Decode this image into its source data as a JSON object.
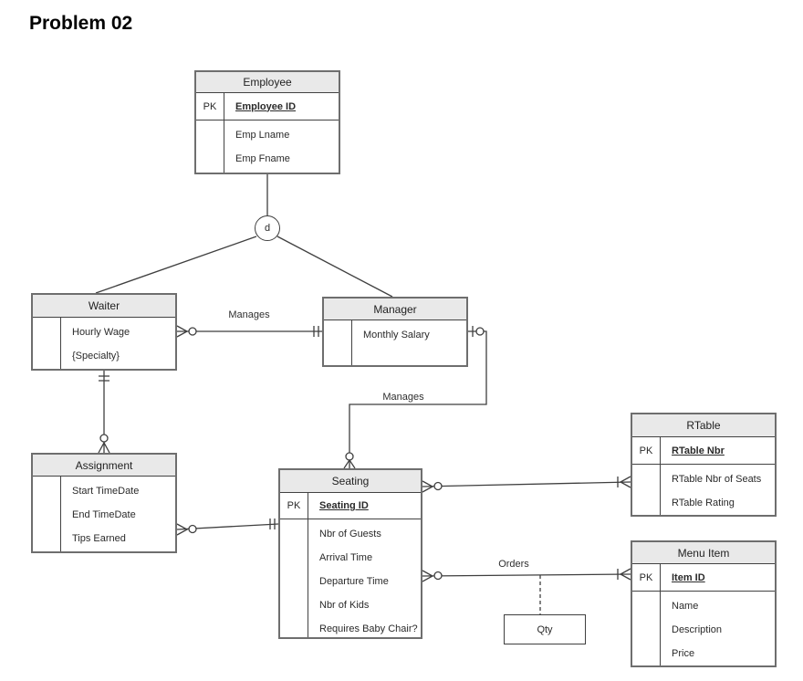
{
  "title": "Problem 02",
  "colors": {
    "header_fill": "#e9e9e9",
    "entity_border": "#6e6e6e",
    "inner_line": "#424242",
    "connector": "#3f3f3f",
    "background": "#ffffff"
  },
  "subtype_circle": {
    "label": "d"
  },
  "relationships": {
    "waiter_manager_label": "Manages",
    "manager_seating_label": "Manages",
    "seating_menu_label": "Orders",
    "qty_label": "Qty"
  },
  "entities": {
    "employee": {
      "title": "Employee",
      "pk_label": "PK",
      "pk_attr": "Employee ID",
      "attrs": [
        "Emp Lname",
        "Emp Fname"
      ]
    },
    "waiter": {
      "title": "Waiter",
      "attrs": [
        "Hourly Wage",
        "{Specialty}"
      ]
    },
    "manager": {
      "title": "Manager",
      "attrs": [
        "Monthly Salary"
      ]
    },
    "assignment": {
      "title": "Assignment",
      "attrs": [
        "Start TimeDate",
        "End TimeDate",
        "Tips Earned"
      ]
    },
    "seating": {
      "title": "Seating",
      "pk_label": "PK",
      "pk_attr": "Seating ID",
      "attrs": [
        "Nbr of Guests",
        "Arrival Time",
        "Departure Time",
        "Nbr of Kids",
        "Requires Baby Chair?"
      ]
    },
    "rtable": {
      "title": "RTable",
      "pk_label": "PK",
      "pk_attr": "RTable Nbr",
      "attrs": [
        "RTable Nbr of Seats",
        "RTable Rating"
      ]
    },
    "menu_item": {
      "title": "Menu Item",
      "pk_label": "PK",
      "pk_attr": "Item ID",
      "attrs": [
        "Name",
        "Description",
        "Price"
      ]
    }
  }
}
